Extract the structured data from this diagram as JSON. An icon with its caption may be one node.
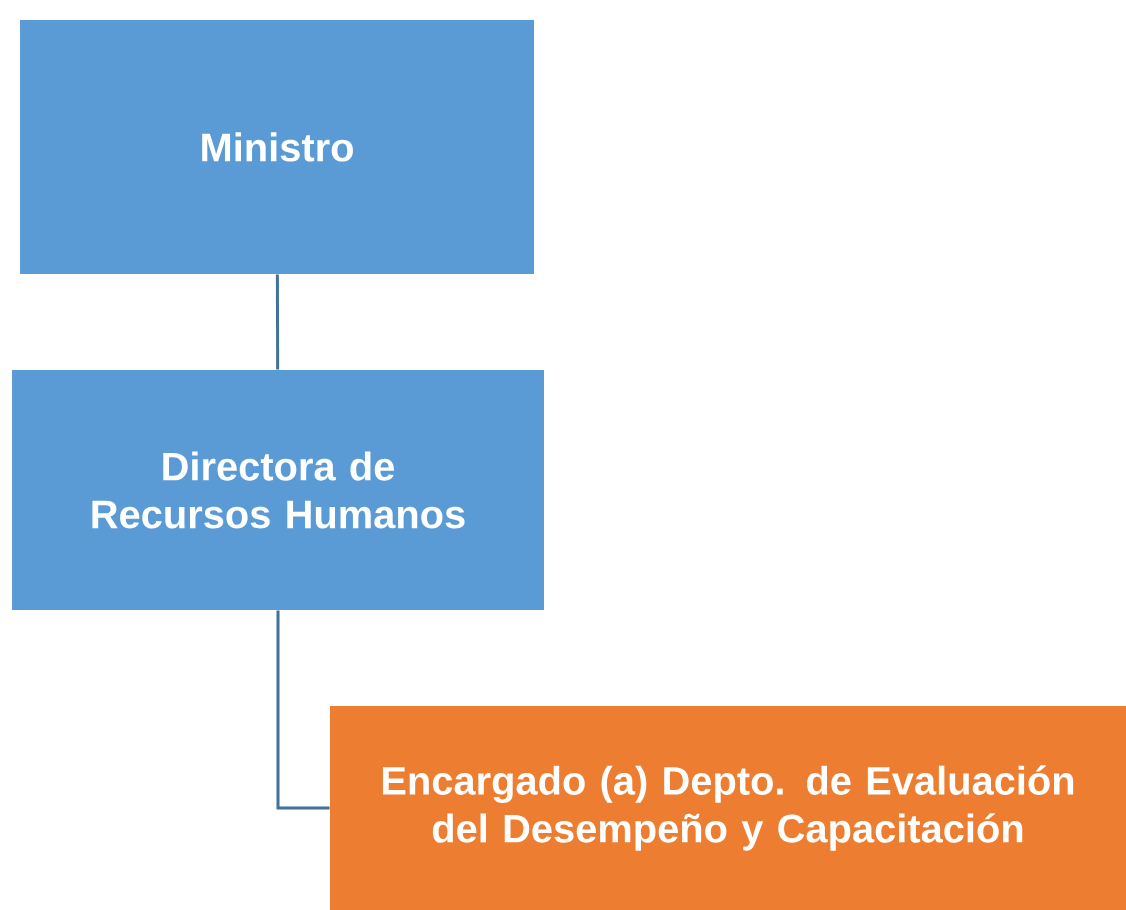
{
  "diagram": {
    "nodes": [
      {
        "text": [
          "Ministro"
        ]
      },
      {
        "text": [
          "Directora de Recursos Humanos"
        ]
      },
      {
        "text": [
          "Encargado (a) Depto. de Evaluación del Desempeño y Capacitación"
        ]
      }
    ],
    "edges": [
      {
        "from": 0,
        "to": 1,
        "arrow": "none"
      },
      {
        "from": 1,
        "to": 2,
        "arrow": "none"
      }
    ]
  }
}
